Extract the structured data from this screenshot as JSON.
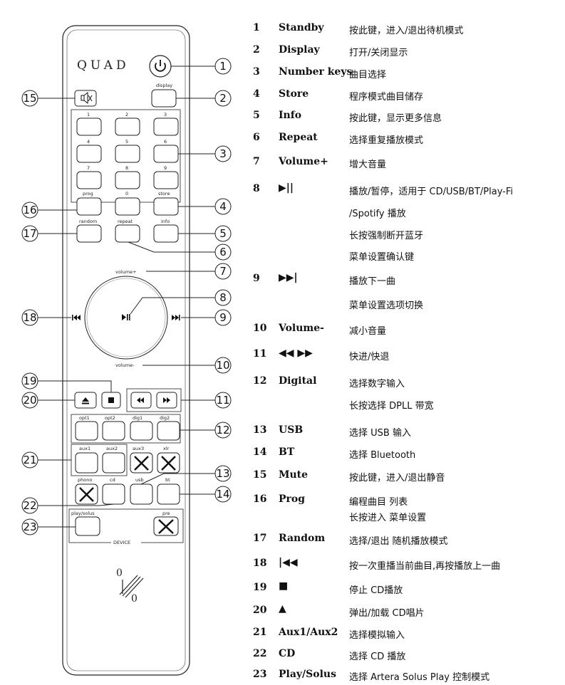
{
  "remote": {
    "brand": "QUAD",
    "labels": {
      "display": "display",
      "k1": "1",
      "k2": "2",
      "k3": "3",
      "k4": "4",
      "k5": "5",
      "k6": "6",
      "k7": "7",
      "k8": "8",
      "k9": "9",
      "prog": "prog",
      "k0": "0",
      "store": "store",
      "random": "random",
      "repeat": "repeat",
      "info": "info",
      "volume_plus": "volume+",
      "volume_minus": "volume-",
      "opt1": "opt1",
      "opt2": "opt2",
      "dig1": "dig1",
      "dig2": "dig2",
      "aux1": "aux1",
      "aux2": "aux2",
      "aux3": "aux3",
      "xlr": "xlr",
      "phono": "phono",
      "cd": "cd",
      "usb": "usb",
      "bt": "bt",
      "play_solus": "play/solus",
      "pre": "pre",
      "device": "DEVICE"
    },
    "callouts": [
      "1",
      "2",
      "3",
      "4",
      "5",
      "6",
      "7",
      "8",
      "9",
      "10",
      "11",
      "12",
      "13",
      "14",
      "15",
      "16",
      "17",
      "18",
      "19",
      "20",
      "21",
      "22",
      "23"
    ]
  },
  "legend": [
    {
      "num": "1",
      "name": "Standby",
      "text": "按此键，进入/退出待机模式"
    },
    {
      "num": "2",
      "name": "Display",
      "text": "打开/关闭显示"
    },
    {
      "num": "3",
      "name": "Number keys",
      "text": "曲目选择"
    },
    {
      "num": "4",
      "name": "Store",
      "text": "程序模式曲目储存"
    },
    {
      "num": "5",
      "name": "Info",
      "text": "按此键，显示更多信息"
    },
    {
      "num": "6",
      "name": "Repeat",
      "text": "选择重复播放模式"
    },
    {
      "num": "7",
      "name": "Volume+",
      "text": "增大音量"
    },
    {
      "num": "8",
      "symbol": "▶||",
      "text": "播放/暂停，适用于 CD/USB/BT/Play-Fi",
      "text2": "/Spotify 播放",
      "text3": "长按强制断开蓝牙",
      "text4": "菜单设置确认键"
    },
    {
      "num": "9",
      "symbol": "▶▶|",
      "text": "播放下一曲",
      "text2": "菜单设置选项切换"
    },
    {
      "num": "10",
      "name": "Volume-",
      "text": "减小音量"
    },
    {
      "num": "11",
      "symbol": "◀◀ ▶▶",
      "text": "快进/快退"
    },
    {
      "num": "12",
      "name": "Digital",
      "text": "选择数字输入",
      "text2": "长按选择 DPLL 带宽"
    },
    {
      "num": "13",
      "name": "USB",
      "text": "选择 USB 输入"
    },
    {
      "num": "14",
      "name": "BT",
      "text": "选择 Bluetooth"
    },
    {
      "num": "15",
      "name": "Mute",
      "text": "按此键，进入/退出静音"
    },
    {
      "num": "16",
      "name": "Prog",
      "text": "编程曲目 列表",
      "text2": "长按进入 菜单设置"
    },
    {
      "num": "17",
      "name": "Random",
      "text": "选择/退出 随机播放模式"
    },
    {
      "num": "18",
      "symbol": "|◀◀",
      "text": "按一次重播当前曲目,再按播放上一曲"
    },
    {
      "num": "19",
      "symbol": "■",
      "text": "停止 CD播放"
    },
    {
      "num": "20",
      "symbol": "▲",
      "text": "弹出/加载 CD唱片"
    },
    {
      "num": "21",
      "name": "Aux1/Aux2",
      "text": "选择模拟输入"
    },
    {
      "num": "22",
      "name": "CD",
      "text": "选择 CD 播放"
    },
    {
      "num": "23",
      "name": "Play/Solus",
      "text": "选择 Artera Solus Play 控制模式"
    }
  ]
}
